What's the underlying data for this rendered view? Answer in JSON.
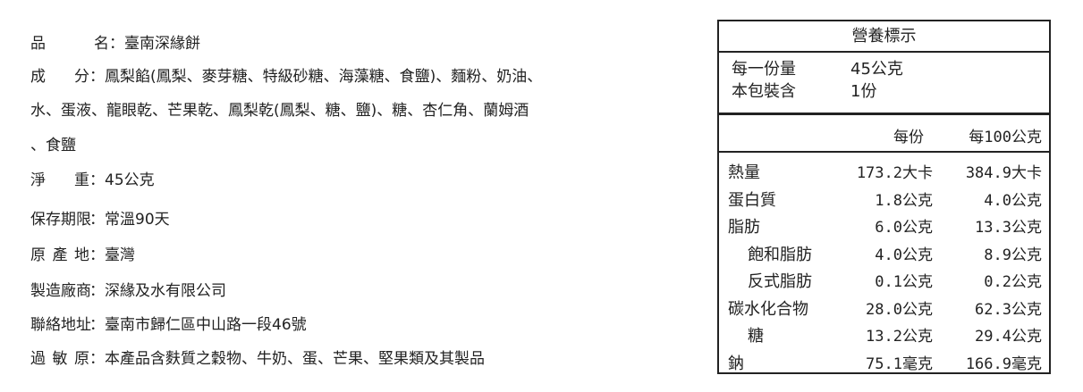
{
  "info": [
    {
      "label": "品名",
      "value": "臺南深緣餅"
    },
    {
      "label": "成分",
      "value": "鳳梨餡(鳳梨、麥芽糖、特級砂糖、海藻糖、食鹽)、麵粉、奶油、",
      "cont": [
        "水、蛋液、龍眼乾、芒果乾、鳳梨乾(鳳梨、糖、鹽)、糖、杏仁角、蘭姆酒",
        "、食鹽"
      ]
    },
    {
      "label": "淨重",
      "value": "45公克"
    },
    {
      "label": "保存期限",
      "value": "常溫90天"
    },
    {
      "label": "原產地",
      "value": "臺灣"
    },
    {
      "label": "製造廠商",
      "value": "深緣及水有限公司"
    },
    {
      "label": "聯絡地址",
      "value": "臺南市歸仁區中山路一段46號"
    },
    {
      "label": "過敏原",
      "value": "本產品含麩質之穀物、牛奶、蛋、芒果、堅果類及其製品"
    }
  ],
  "sep": "：",
  "nutrition": {
    "title": "營養標示",
    "serving_label": "每一份量",
    "serving_value": "45公克",
    "pack_label": "本包裝含",
    "pack_value": "1份",
    "col1": "每份",
    "col2": "每100公克",
    "rows": [
      {
        "name": "熱量",
        "per": "173.2大卡",
        "per100": "384.9大卡"
      },
      {
        "name": "蛋白質",
        "per": "1.8公克",
        "per100": "4.0公克"
      },
      {
        "name": "脂肪",
        "per": "6.0公克",
        "per100": "13.3公克"
      },
      {
        "name": "飽和脂肪",
        "per": "4.0公克",
        "per100": "8.9公克",
        "indent": true
      },
      {
        "name": "反式脂肪",
        "per": "0.1公克",
        "per100": "0.2公克",
        "indent": true
      },
      {
        "name": "碳水化合物",
        "per": "28.0公克",
        "per100": "62.3公克"
      },
      {
        "name": "糖",
        "per": "13.2公克",
        "per100": "29.4公克",
        "indent": true
      },
      {
        "name": "鈉",
        "per": "75.1毫克",
        "per100": "166.9毫克"
      }
    ]
  }
}
